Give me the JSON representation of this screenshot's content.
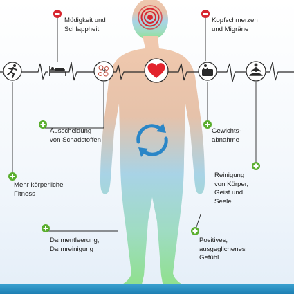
{
  "labels": {
    "muedigkeit": [
      "Müdigkeit und",
      "Schlappheit"
    ],
    "kopfschmerzen": [
      "Kopfschmerzen",
      "und Migräne"
    ],
    "ausscheidung": [
      "Ausscheidung",
      "von Schadstoffen"
    ],
    "gewicht": [
      "Gewichts-",
      "abnahme"
    ],
    "fitness": [
      "Mehr körperliche",
      "Fitness"
    ],
    "reinigung": [
      "Reinigung",
      "von Körper,",
      "Geist und",
      "Seele"
    ],
    "darm": [
      "Darmentleerung,",
      "Darmreinigung"
    ],
    "positives": [
      "Positives,",
      "ausgeglichenes",
      "Gefühl"
    ]
  },
  "colors": {
    "negative": "#d7262f",
    "positive": "#5aae2e",
    "heart": "#e3232c",
    "cycle": "#2a86c7",
    "floor": "#2a8fc4",
    "line": "#2a2a2a"
  },
  "icons": [
    "runner-icon",
    "sleeping-bed-icon",
    "toxins-icon",
    "heart-icon",
    "scale-icon",
    "meditation-icon",
    "headache-icon",
    "cycle-arrows-icon"
  ]
}
